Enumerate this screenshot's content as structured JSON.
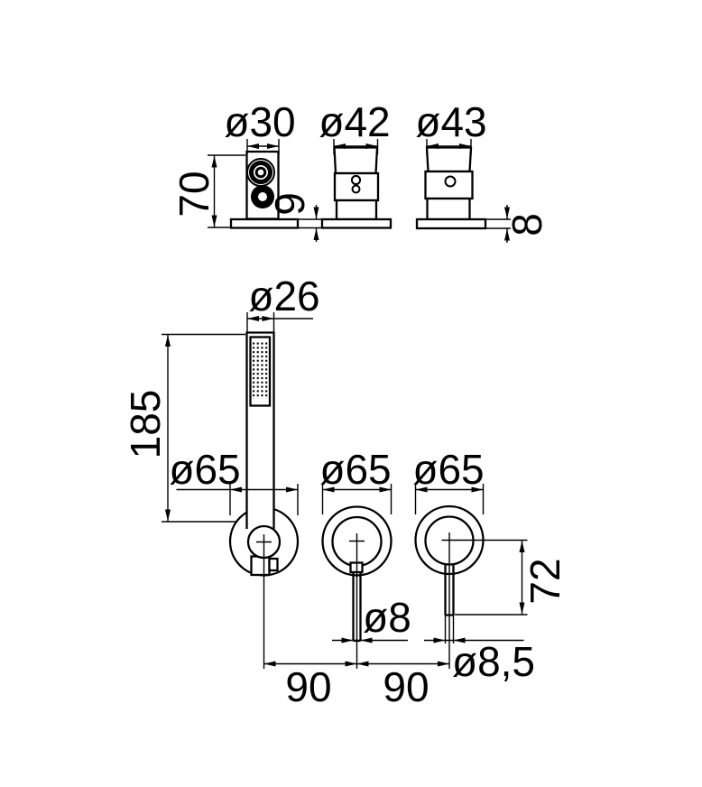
{
  "drawing": {
    "kind": "technical dimension drawing",
    "views": {
      "top": "side elevation of wall flanges (hand-shower holder and two valve trims)",
      "front": "front elevation of hand shower on holder with two lever rosettes"
    }
  },
  "colors": {
    "line": "#000000",
    "background": "#ffffff"
  },
  "dims": {
    "top": {
      "handshower_outlet": "ø30",
      "valve_small": "ø42",
      "valve_large": "ø43",
      "height": "70",
      "holder_plate_thickness": "9",
      "valve_plate_thickness": "8"
    },
    "front": {
      "handshower_width": "ø26",
      "handshower_length": "185",
      "rosette_left": "ø65",
      "rosette_middle": "ø65",
      "rosette_right": "ø65",
      "lever_length": "72",
      "lever_middle_diameter": "ø8",
      "lever_right_diameter": "ø8,5",
      "spacing_left": "90",
      "spacing_right": "90"
    }
  }
}
